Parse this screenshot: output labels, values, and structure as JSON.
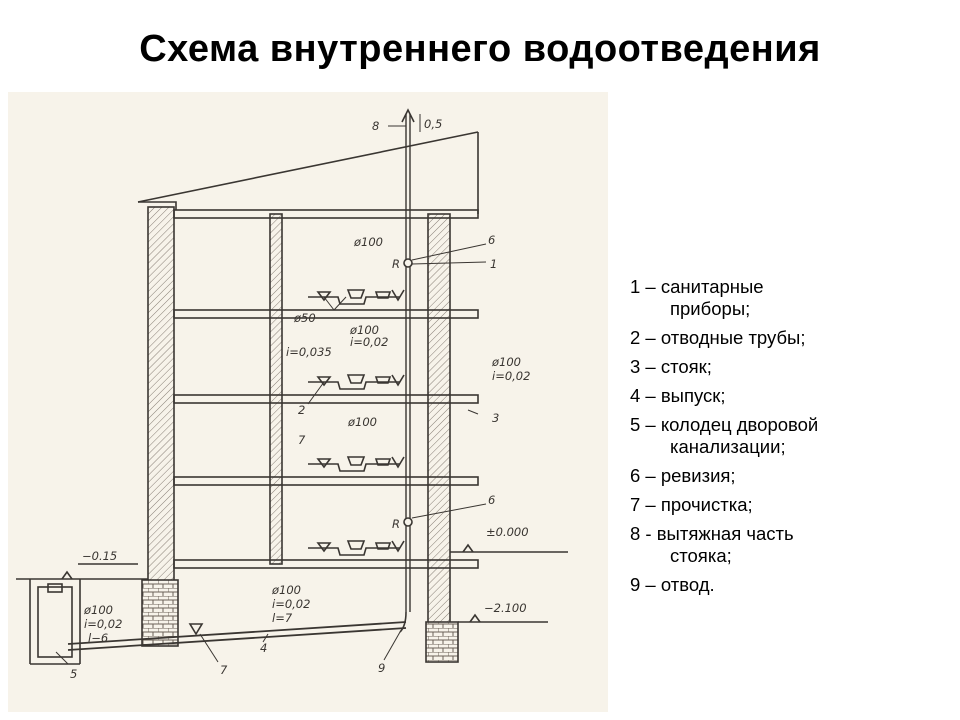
{
  "title": "Схема внутреннего водоотведения",
  "legend": [
    {
      "first": "1 – санитарные",
      "cont": "приборы;"
    },
    {
      "first": "2 – отводные трубы;",
      "cont": ""
    },
    {
      "first": "3 – стояк;",
      "cont": ""
    },
    {
      "first": "4 – выпуск;",
      "cont": ""
    },
    {
      "first": "5 – колодец дворовой",
      "cont": "канализации;"
    },
    {
      "first": "6 – ревизия;",
      "cont": ""
    },
    {
      "first": "7 – прочистка;",
      "cont": ""
    },
    {
      "first": "8 - вытяжная часть",
      "cont": "стояка;"
    },
    {
      "first": "9 – отвод.",
      "cont": ""
    }
  ],
  "drawing_labels": {
    "n8": "8",
    "d05": "0,5",
    "d100_top": "ø100",
    "n6_top": "6",
    "r_top": "R",
    "n1": "1",
    "d50": "ø50",
    "i0035": "i=0,035",
    "d100_a": "ø100",
    "i002_a": "i=0,02",
    "d100_b": "ø100",
    "i002_b": "i=0,02",
    "n2": "2",
    "d100_mid": "ø100",
    "n3": "3",
    "n7_left": "7",
    "n6_bot": "6",
    "r_bot": "R",
    "elev_zero": "±0.000",
    "elev_015": "−0.15",
    "elev_2100": "−2.100",
    "d100_out": "ø100",
    "i002_out": "i=0,02",
    "l7": "l=7",
    "d100_well": "ø100",
    "i002_well": "i=0,02",
    "l6": "l−6",
    "n7_bot": "7",
    "n4": "4",
    "n9": "9",
    "n5": "5"
  },
  "colors": {
    "ink": "#3a3632",
    "paper": "#f7f3ea",
    "brick": "#6b6158"
  }
}
